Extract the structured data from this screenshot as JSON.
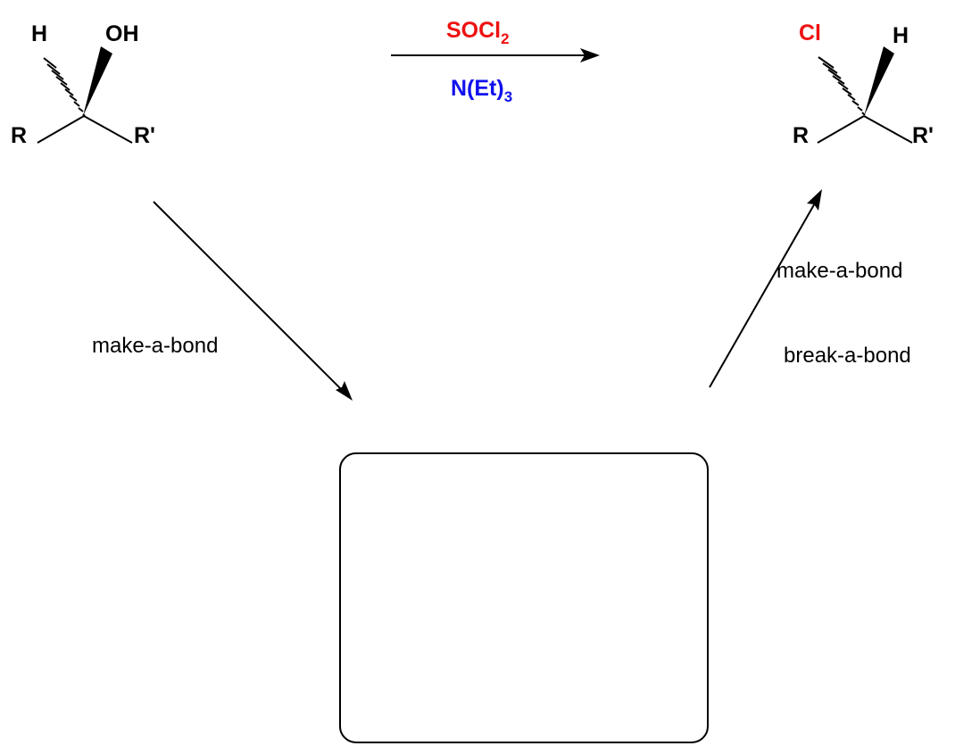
{
  "colors": {
    "reagent_1": "#ee1111",
    "reagent_2": "#1111ee",
    "chlorine": "#ee1111",
    "ink": "#000000"
  },
  "starting_material": {
    "hydrogen": "H",
    "hydroxyl": "OH",
    "substituent_left": "R",
    "substituent_right": "R'"
  },
  "reagents": {
    "above_arrow": {
      "main": "SOCl",
      "subscript": "2"
    },
    "below_arrow": {
      "main": "N(Et)",
      "subscript": "3"
    }
  },
  "product": {
    "chlorine": "Cl",
    "hydrogen": "H",
    "substituent_left": "R",
    "substituent_right": "R'"
  },
  "step_labels": {
    "first_step": "make-a-bond",
    "second_step_a": "make-a-bond",
    "second_step_b": "break-a-bond"
  }
}
